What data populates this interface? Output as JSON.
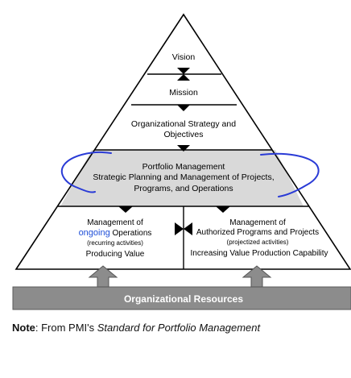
{
  "diagram": {
    "vision": "Vision",
    "mission": "Mission",
    "strategy": [
      "Organizational Strategy and",
      "Objectives"
    ],
    "portfolio": [
      "Portfolio Management",
      "Strategic Planning and Management of Projects,",
      "Programs, and Operations"
    ],
    "operations": {
      "title": "Management of",
      "ongoing": "ongoing",
      "title_rest": " Operations",
      "sub": "(recurring activities)",
      "value": "Producing Value"
    },
    "programs": {
      "title": "Management of",
      "title2": "Authorized Programs and Projects",
      "sub": "(projectized activities)",
      "value": "Increasing Value Production Capability"
    },
    "resources": "Organizational Resources",
    "colors": {
      "portfolio_fill": "#d9d9d9",
      "resources_fill": "#8c8c8c",
      "ink": "#000000",
      "annotation": "#2a3bd6",
      "ongoing_text": "#1f4fd8"
    }
  },
  "note": {
    "label": "Note",
    "text": ": From PMI's ",
    "title": "Standard for Portfolio Management"
  }
}
